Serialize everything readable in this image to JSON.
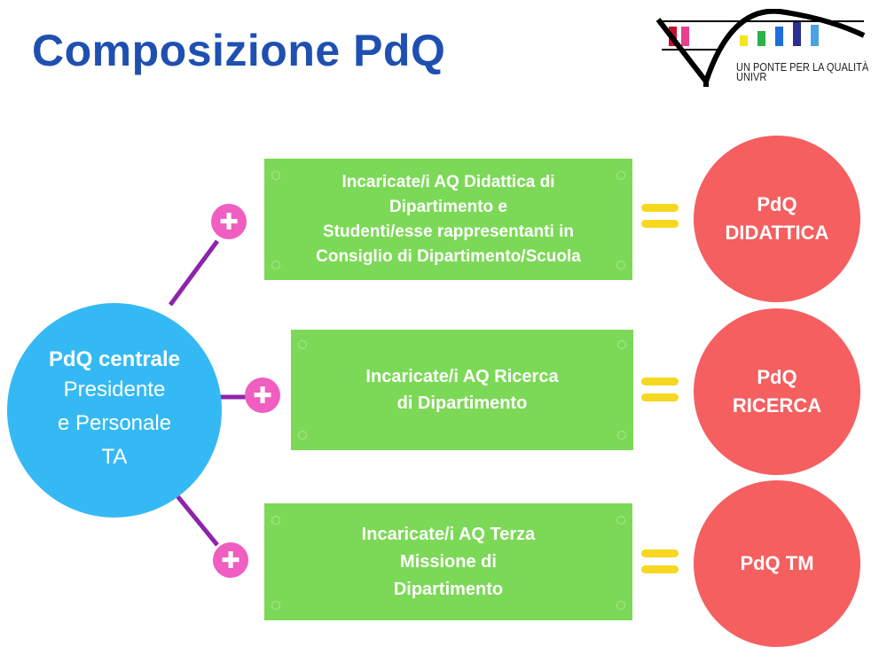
{
  "title": "Composizione PdQ",
  "logo": {
    "tagline": "UN PONTE PER LA QUALITÀ",
    "tagline_sub": "UNIVR",
    "bar_colors": [
      "#c8102e",
      "#e83e8c",
      "#f7e51b",
      "#2bb34a",
      "#1e6fd9",
      "#2c2f8f",
      "#4ba3e3"
    ]
  },
  "center": {
    "title": "PdQ centrale",
    "line1": "Presidente",
    "line2": "e Personale",
    "line3": "TA"
  },
  "plus_symbol": "✚",
  "rows": [
    {
      "box_lines": [
        "Incaricate/i AQ Didattica di",
        "Dipartimento e",
        "Studenti/esse rappresentanti in",
        "Consiglio di Dipartimento/Scuola"
      ],
      "result_lines": [
        "PdQ",
        "DIDATTICA"
      ]
    },
    {
      "box_lines": [
        "Incaricate/i AQ Ricerca",
        "di Dipartimento"
      ],
      "result_lines": [
        "PdQ",
        "RICERCA"
      ]
    },
    {
      "box_lines": [
        "Incaricate/i AQ Terza",
        "Missione di",
        "Dipartimento"
      ],
      "result_lines": [
        "PdQ TM"
      ]
    }
  ],
  "colors": {
    "title": "#1f4fb1",
    "center_circle": "#35b9f5",
    "plus": "#ef5ec0",
    "connector": "#8e24aa",
    "box": "#7cd957",
    "equals": "#f6d821",
    "result_circle": "#f55f60"
  }
}
